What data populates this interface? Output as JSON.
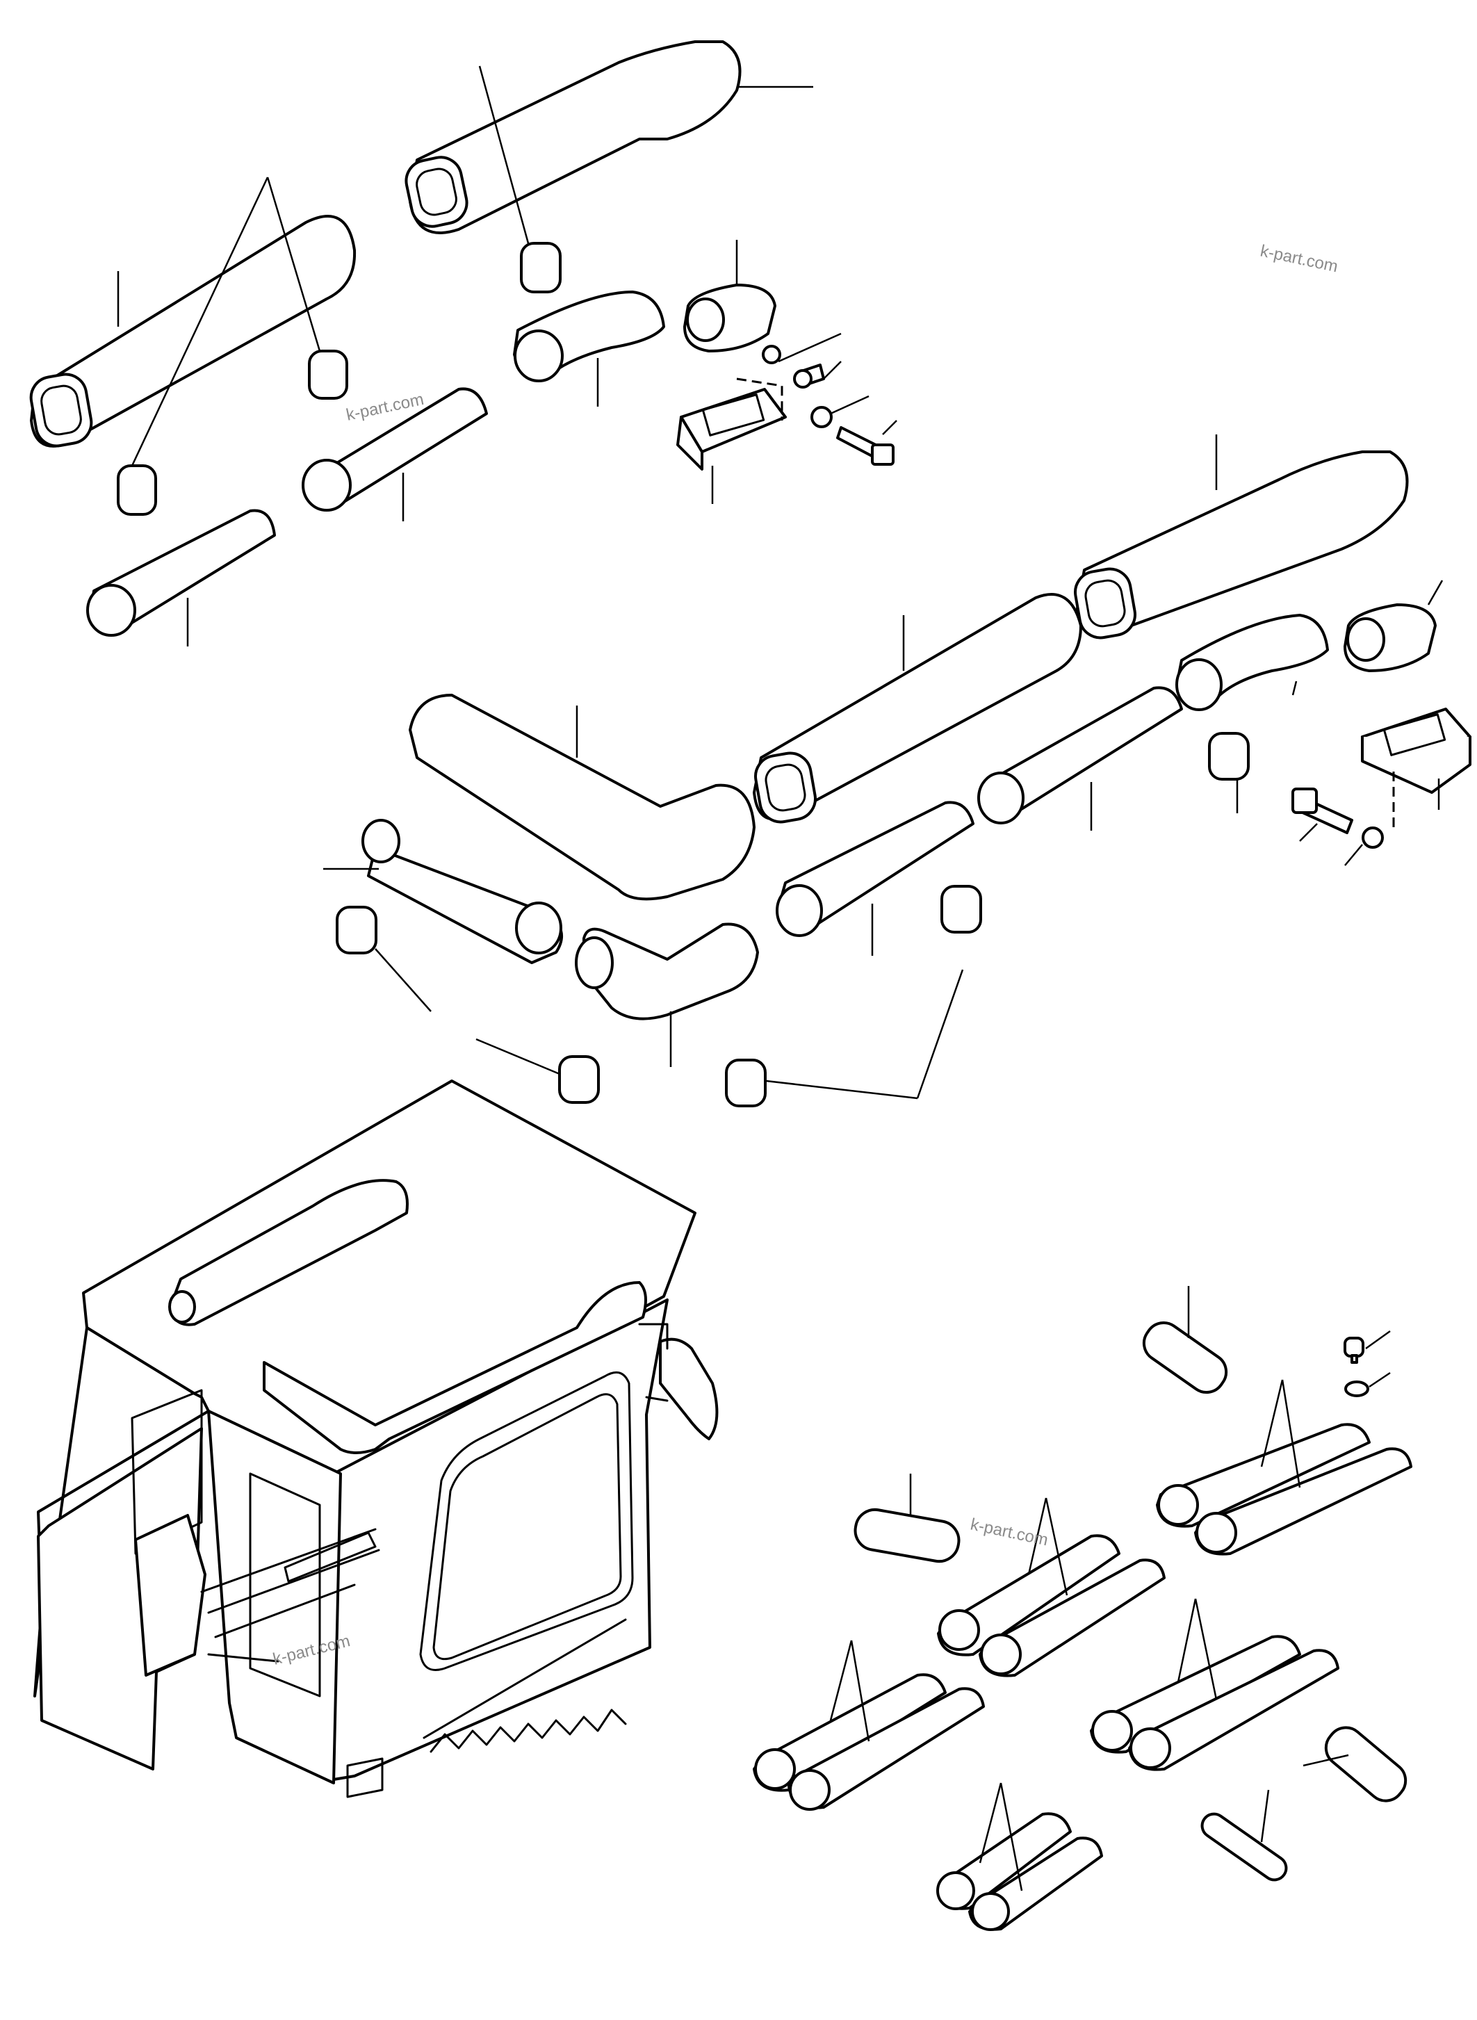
{
  "watermarks": [
    "k-part.com",
    "k-part.com",
    "k-part.com",
    "k-part.com"
  ],
  "colors": {
    "line": "#000000",
    "background": "#ffffff",
    "watermark": "#8a8a8a"
  }
}
